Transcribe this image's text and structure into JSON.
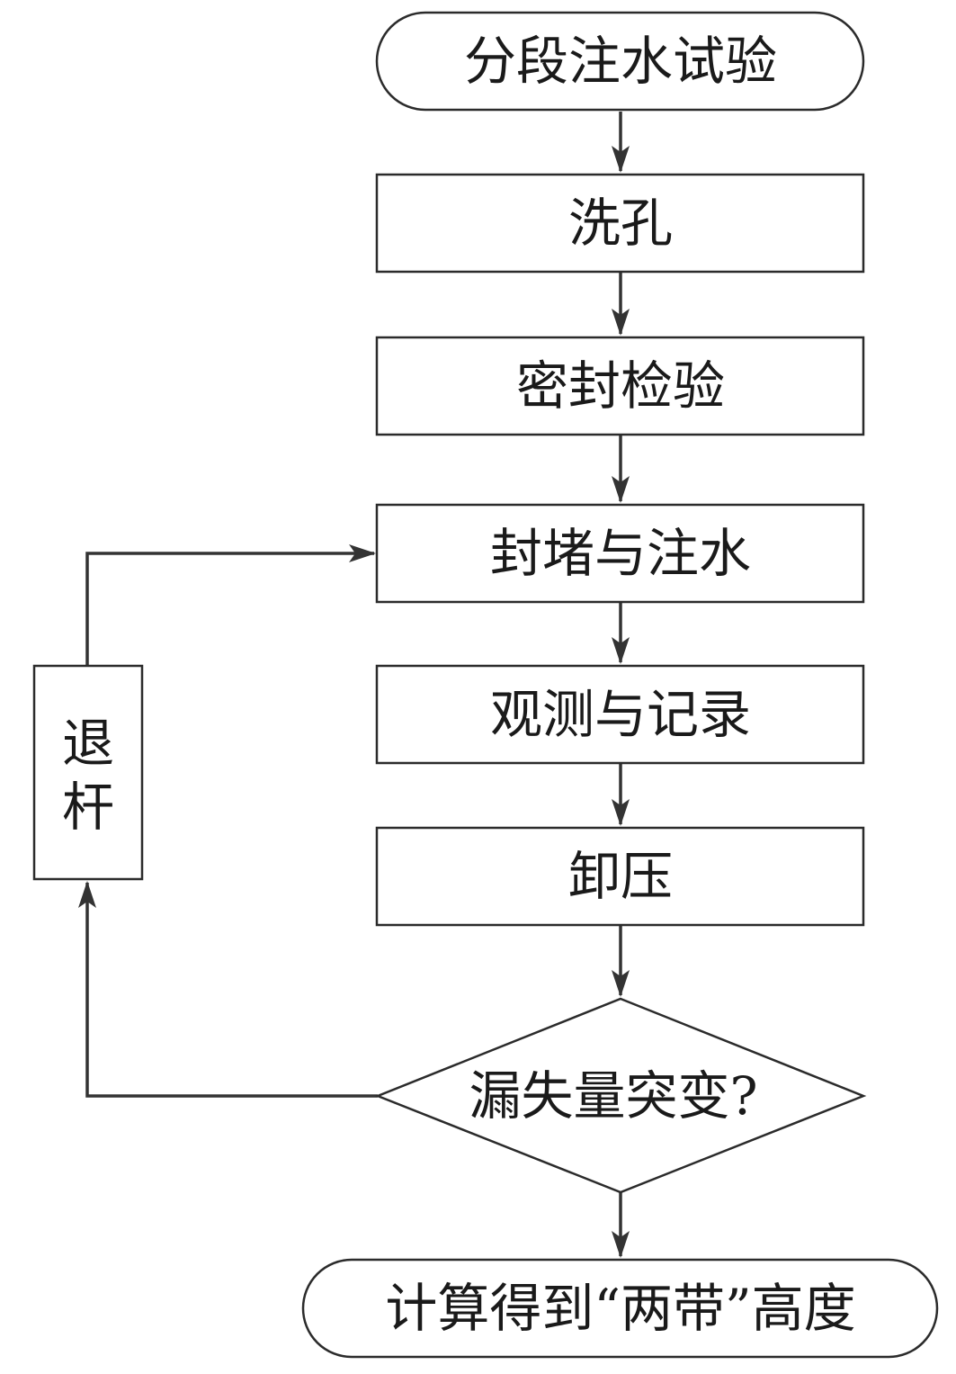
{
  "diagram": {
    "nodes": [
      {
        "id": "start",
        "shape": "terminal",
        "label": "分段注水试验"
      },
      {
        "id": "wash",
        "shape": "process",
        "label": "洗孔"
      },
      {
        "id": "seal-check",
        "shape": "process",
        "label": "密封检验"
      },
      {
        "id": "plug-inject",
        "shape": "process",
        "label": "封堵与注水"
      },
      {
        "id": "observe",
        "shape": "process",
        "label": "观测与记录"
      },
      {
        "id": "unload",
        "shape": "process",
        "label": "卸压"
      },
      {
        "id": "decision",
        "shape": "decision",
        "label": "漏失量突变?"
      },
      {
        "id": "end",
        "shape": "terminal",
        "label": "计算得到“两带”高度"
      },
      {
        "id": "retract",
        "shape": "process",
        "label_lines": [
          "退",
          "杆"
        ]
      }
    ],
    "edges": [
      {
        "from": "start",
        "to": "wash"
      },
      {
        "from": "wash",
        "to": "seal-check"
      },
      {
        "from": "seal-check",
        "to": "plug-inject"
      },
      {
        "from": "plug-inject",
        "to": "observe"
      },
      {
        "from": "observe",
        "to": "unload"
      },
      {
        "from": "unload",
        "to": "decision"
      },
      {
        "from": "decision",
        "to": "end"
      },
      {
        "from": "decision",
        "to": "retract"
      },
      {
        "from": "retract",
        "to": "plug-inject"
      }
    ]
  },
  "colors": {
    "stroke": "#2b2b2b",
    "text": "#1a1a1a",
    "background": "#ffffff"
  }
}
